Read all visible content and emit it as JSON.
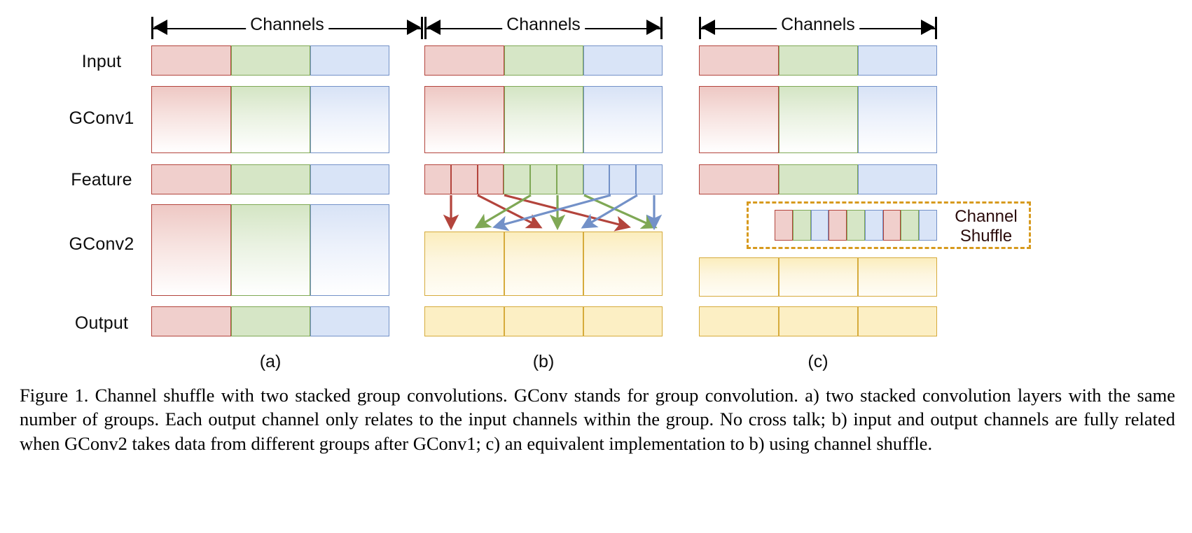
{
  "figure": {
    "row_labels": [
      "Input",
      "GConv1",
      "Feature",
      "GConv2",
      "Output"
    ],
    "channels_label": "Channels",
    "panel_captions": [
      "(a)",
      "(b)",
      "(c)"
    ],
    "shuffle_label_line1": "Channel",
    "shuffle_label_line2": "Shuffle"
  },
  "colors": {
    "red_fill": "#f0cfcc",
    "red_stroke": "#b3443c",
    "green_fill": "#d6e6c6",
    "green_stroke": "#7fa855",
    "blue_fill": "#d9e4f7",
    "blue_stroke": "#7391c8",
    "yellow_fill": "#fcefc4",
    "yellow_stroke": "#d6ab3c",
    "shuffle_box_stroke": "#d79a1e",
    "shuffle_text": "#2b0c0c",
    "axis": "#000000"
  },
  "chart_data": {
    "type": "diagram",
    "title": "Channel shuffle with two stacked group convolutions",
    "groups": 3,
    "channels_per_group": 3,
    "panels": [
      {
        "id": "a",
        "caption": "(a)",
        "rows": [
          {
            "name": "Input",
            "style": "flat",
            "segments": [
              "r",
              "g",
              "b"
            ]
          },
          {
            "name": "GConv1",
            "style": "gradient",
            "segments": [
              "r",
              "g",
              "b"
            ]
          },
          {
            "name": "Feature",
            "style": "flat",
            "segments": [
              "r",
              "g",
              "b"
            ]
          },
          {
            "name": "GConv2",
            "style": "gradient",
            "segments": [
              "r",
              "g",
              "b"
            ]
          },
          {
            "name": "Output",
            "style": "flat",
            "segments": [
              "r",
              "g",
              "b"
            ]
          }
        ],
        "cross_talk": false
      },
      {
        "id": "b",
        "caption": "(b)",
        "rows": [
          {
            "name": "Input",
            "style": "flat",
            "segments": [
              "r",
              "g",
              "b"
            ]
          },
          {
            "name": "GConv1",
            "style": "gradient",
            "segments": [
              "r",
              "g",
              "b"
            ]
          },
          {
            "name": "Feature",
            "style": "flat-subdivided",
            "segments": [
              "r",
              "r",
              "r",
              "g",
              "g",
              "g",
              "b",
              "b",
              "b"
            ]
          },
          {
            "name": "GConv2",
            "style": "gradient",
            "segments": [
              "y",
              "y",
              "y"
            ]
          },
          {
            "name": "Output",
            "style": "flat",
            "segments": [
              "y",
              "y",
              "y"
            ]
          }
        ],
        "cross_talk": true,
        "arrow_mapping": "each of the 3 groups sends one channel to each of the 3 GConv2 groups"
      },
      {
        "id": "c",
        "caption": "(c)",
        "rows": [
          {
            "name": "Input",
            "style": "flat",
            "segments": [
              "r",
              "g",
              "b"
            ]
          },
          {
            "name": "GConv1",
            "style": "gradient",
            "segments": [
              "r",
              "g",
              "b"
            ]
          },
          {
            "name": "Feature",
            "style": "flat",
            "segments": [
              "r",
              "g",
              "b"
            ]
          },
          {
            "name": "Channel Shuffle",
            "style": "flat-subdivided",
            "segments": [
              "r",
              "g",
              "b",
              "r",
              "g",
              "b",
              "r",
              "g",
              "b"
            ]
          },
          {
            "name": "GConv2",
            "style": "gradient",
            "segments": [
              "y",
              "y",
              "y"
            ]
          },
          {
            "name": "Output",
            "style": "flat",
            "segments": [
              "y",
              "y",
              "y"
            ]
          }
        ],
        "cross_talk": true
      }
    ]
  },
  "caption": {
    "text": "Figure 1. Channel shuffle with two stacked group convolutions. GConv stands for group convolution. a) two stacked convolution layers with the same number of groups. Each output channel only relates to the input channels within the group. No cross talk; b) input and output channels are fully related when GConv2 takes data from different groups after GConv1; c) an equivalent implementation to b) using channel shuffle."
  }
}
